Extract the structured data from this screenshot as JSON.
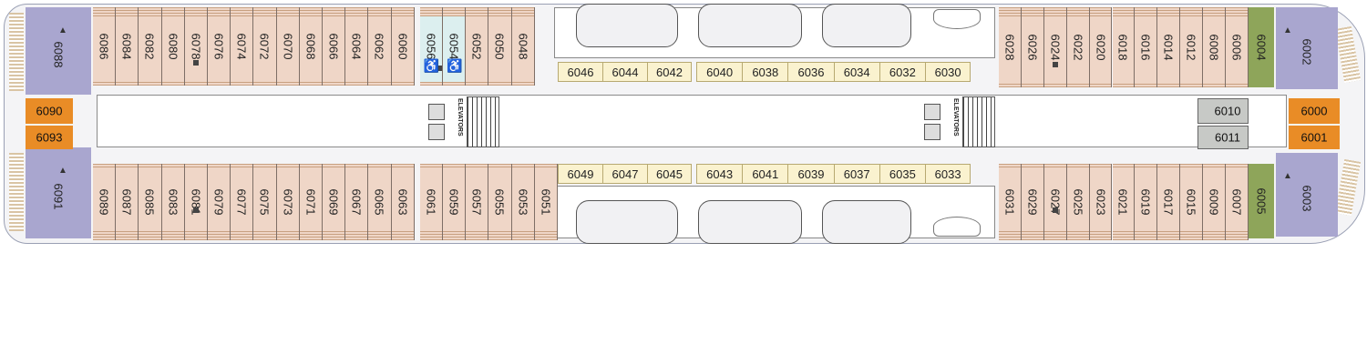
{
  "deck": {
    "top_cabins": [
      {
        "id": "6086",
        "icon": ""
      },
      {
        "id": "6084",
        "icon": ""
      },
      {
        "id": "6082",
        "icon": ""
      },
      {
        "id": "6080",
        "icon": ""
      },
      {
        "id": "6078",
        "icon": "square"
      },
      {
        "id": "6076",
        "icon": ""
      },
      {
        "id": "6074",
        "icon": ""
      },
      {
        "id": "6072",
        "icon": ""
      },
      {
        "id": "6070",
        "icon": ""
      },
      {
        "id": "6068",
        "icon": ""
      },
      {
        "id": "6066",
        "icon": ""
      },
      {
        "id": "6064",
        "icon": ""
      },
      {
        "id": "6062",
        "icon": ""
      },
      {
        "id": "6060",
        "icon": ""
      },
      {
        "id": "6056",
        "icon": "wheelchair-square"
      },
      {
        "id": "6054",
        "icon": "wheelchair"
      },
      {
        "id": "6052",
        "icon": ""
      },
      {
        "id": "6050",
        "icon": ""
      },
      {
        "id": "6048",
        "icon": ""
      }
    ],
    "bottom_cabins": [
      {
        "id": "6089",
        "icon": ""
      },
      {
        "id": "6087",
        "icon": ""
      },
      {
        "id": "6085",
        "icon": ""
      },
      {
        "id": "6083",
        "icon": ""
      },
      {
        "id": "6081",
        "icon": "square"
      },
      {
        "id": "6079",
        "icon": ""
      },
      {
        "id": "6077",
        "icon": ""
      },
      {
        "id": "6075",
        "icon": ""
      },
      {
        "id": "6073",
        "icon": ""
      },
      {
        "id": "6071",
        "icon": ""
      },
      {
        "id": "6069",
        "icon": ""
      },
      {
        "id": "6067",
        "icon": ""
      },
      {
        "id": "6065",
        "icon": ""
      },
      {
        "id": "6063",
        "icon": ""
      },
      {
        "id": "6061",
        "icon": ""
      },
      {
        "id": "6059",
        "icon": ""
      },
      {
        "id": "6057",
        "icon": ""
      },
      {
        "id": "6055",
        "icon": ""
      },
      {
        "id": "6053",
        "icon": ""
      },
      {
        "id": "6051",
        "icon": ""
      }
    ],
    "top_aft_cabins": [
      {
        "id": "6028",
        "icon": ""
      },
      {
        "id": "6026",
        "icon": ""
      },
      {
        "id": "6024",
        "icon": "square"
      },
      {
        "id": "6022",
        "icon": ""
      },
      {
        "id": "6020",
        "icon": ""
      },
      {
        "id": "6018",
        "icon": ""
      },
      {
        "id": "6016",
        "icon": ""
      },
      {
        "id": "6014",
        "icon": ""
      },
      {
        "id": "6012",
        "icon": ""
      },
      {
        "id": "6008",
        "icon": ""
      },
      {
        "id": "6006",
        "icon": ""
      }
    ],
    "bottom_aft_cabins": [
      {
        "id": "6031",
        "icon": ""
      },
      {
        "id": "6029",
        "icon": ""
      },
      {
        "id": "6027",
        "icon": "square"
      },
      {
        "id": "6025",
        "icon": ""
      },
      {
        "id": "6023",
        "icon": ""
      },
      {
        "id": "6021",
        "icon": ""
      },
      {
        "id": "6019",
        "icon": ""
      },
      {
        "id": "6017",
        "icon": ""
      },
      {
        "id": "6015",
        "icon": ""
      },
      {
        "id": "6009",
        "icon": ""
      },
      {
        "id": "6007",
        "icon": ""
      }
    ],
    "inner_top_group1": [
      "6046",
      "6044",
      "6042"
    ],
    "inner_top_group2": [
      "6040",
      "6038",
      "6036",
      "6034",
      "6032",
      "6030"
    ],
    "inner_bottom_group1": [
      "6049",
      "6047",
      "6045"
    ],
    "inner_bottom_group2": [
      "6043",
      "6041",
      "6039",
      "6037",
      "6035",
      "6033"
    ],
    "corner_top_left": "6088",
    "corner_bottom_left": "6091",
    "corner_top_right": "6002",
    "corner_bottom_right": "6003",
    "green_top": "6004",
    "green_bottom": "6005",
    "orange_left_top": "6090",
    "orange_left_bottom": "6093",
    "orange_right_top": "6000",
    "orange_right_bottom": "6001",
    "grey_top": "6010",
    "grey_bottom": "6011",
    "elevators_label": "ELEVATORS",
    "colors": {
      "standard_cabin": "#efd6c7",
      "accessible_cabin": "#dcefef",
      "inner_cabin": "#faf2cf",
      "corner_suite": "#a9a6cf",
      "green_suite": "#8ea55a",
      "orange_suite": "#e98c26",
      "grey_suite": "#c7c9c6"
    }
  }
}
